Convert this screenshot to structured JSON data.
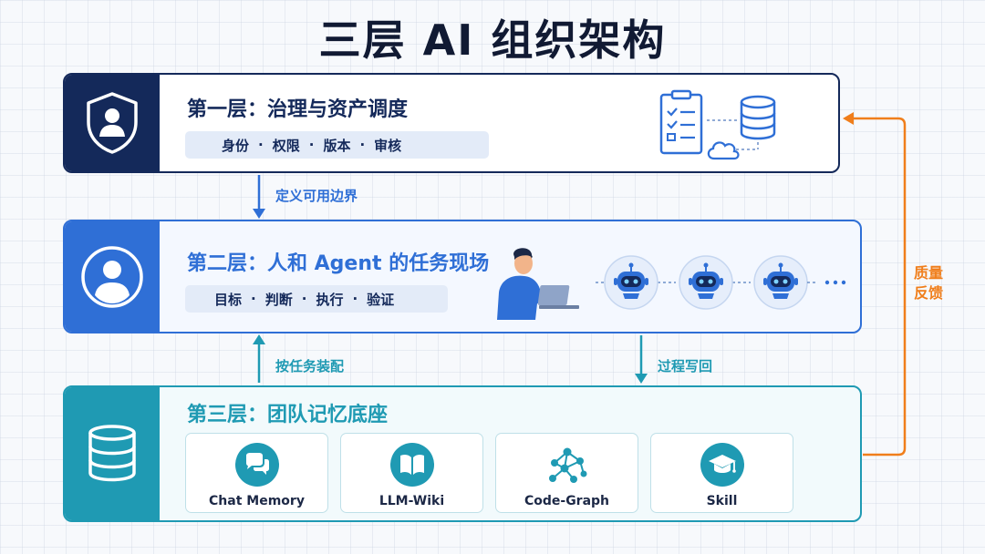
{
  "title": "三层 AI 组织架构",
  "layers": [
    {
      "title": "第一层：治理与资产调度",
      "tags": [
        "身份",
        "权限",
        "版本",
        "审核"
      ]
    },
    {
      "title": "第二层：人和 Agent 的任务现场",
      "tags": [
        "目标",
        "判断",
        "执行",
        "验证"
      ]
    },
    {
      "title": "第三层：团队记忆底座",
      "cards": [
        "Chat Memory",
        "LLM-Wiki",
        "Code-Graph",
        "Skill"
      ]
    }
  ],
  "arrows": {
    "define_boundary": "定义可用边界",
    "assemble_by_task": "按任务装配",
    "write_back": "过程写回",
    "feedback_line1": "质量",
    "feedback_line2": "反馈"
  },
  "colors": {
    "layer1": "#14295a",
    "layer2": "#2f6fd6",
    "layer3": "#1f9ab3",
    "feedback": "#f07e1b"
  },
  "icons": {
    "layer1": "shield-user-icon",
    "layer2": "user-circle-icon",
    "layer3": "database-icon",
    "layer1_right": [
      "clipboard-checklist-icon",
      "database-icon",
      "cloud-icon"
    ],
    "layer2_right": [
      "person-laptop-icon",
      "robot-icon",
      "robot-icon",
      "robot-icon",
      "ellipsis-icon"
    ],
    "cards": [
      "chat-bubbles-icon",
      "book-icon",
      "graph-network-icon",
      "graduation-cap-icon"
    ]
  }
}
